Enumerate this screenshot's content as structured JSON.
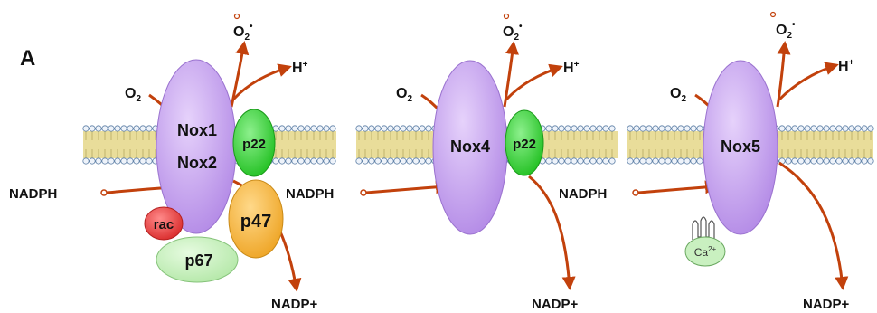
{
  "panel_label": "A",
  "labels": {
    "o2": "O",
    "o2_sub": "2",
    "superoxide": "O",
    "superoxide_sub": "2",
    "superoxide_sup": "•",
    "proton": "H",
    "proton_sup": "+",
    "nadph": "NADPH",
    "nadp": "NADP+"
  },
  "complexes": [
    {
      "main_line1": "Nox1",
      "main_line2": "Nox2",
      "subunits": {
        "p22": "p22",
        "p47": "p47",
        "p67": "p67",
        "rac": "rac"
      }
    },
    {
      "main": "Nox4",
      "subunits": {
        "p22": "p22"
      }
    },
    {
      "main": "Nox5",
      "calcium": "Ca",
      "calcium_sup": "2+"
    }
  ],
  "colors": {
    "nox": "#c8a2f0",
    "p22": "#3fdc3f",
    "p47": "#f5b83a",
    "p67": "#c9f0c0",
    "rac": "#e53b3b",
    "arrow": "#c2410c",
    "membrane_head": "#eef3fa",
    "membrane_tail": "#e9dd9a"
  }
}
